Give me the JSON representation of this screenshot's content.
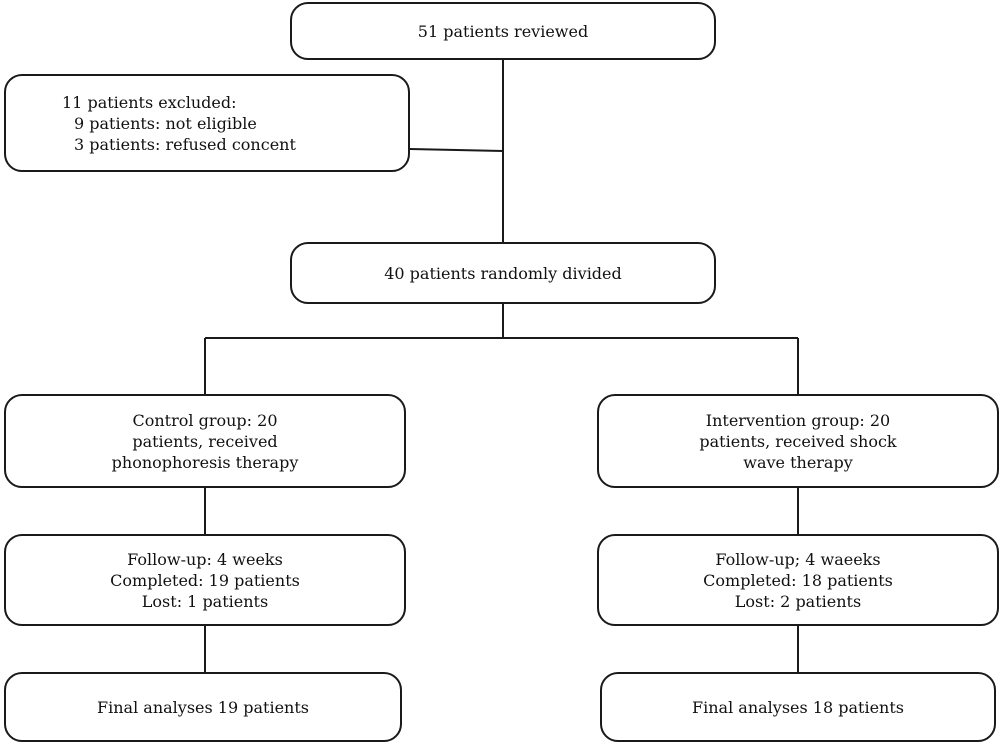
{
  "flowchart": {
    "reviewed": "51 patients reviewed",
    "excluded": {
      "title": "11 patients excluded:",
      "reason1": "9 patients: not eligible",
      "reason2": "3 patients: refused concent"
    },
    "randomized": "40 patients randomly divided",
    "control": {
      "group": [
        "Control group: 20",
        "patients, received",
        "phonophoresis therapy"
      ],
      "followup": [
        "Follow-up: 4 weeks",
        "Completed: 19 patients",
        "Lost: 1 patients"
      ],
      "final": "Final analyses 19 patients"
    },
    "intervention": {
      "group": [
        "Intervention group: 20",
        "patients, received shock",
        "wave therapy"
      ],
      "followup": [
        "Follow-up; 4 waeeks",
        "Completed: 18 patients",
        "Lost: 2 patients"
      ],
      "final": "Final analyses 18 patients"
    }
  }
}
